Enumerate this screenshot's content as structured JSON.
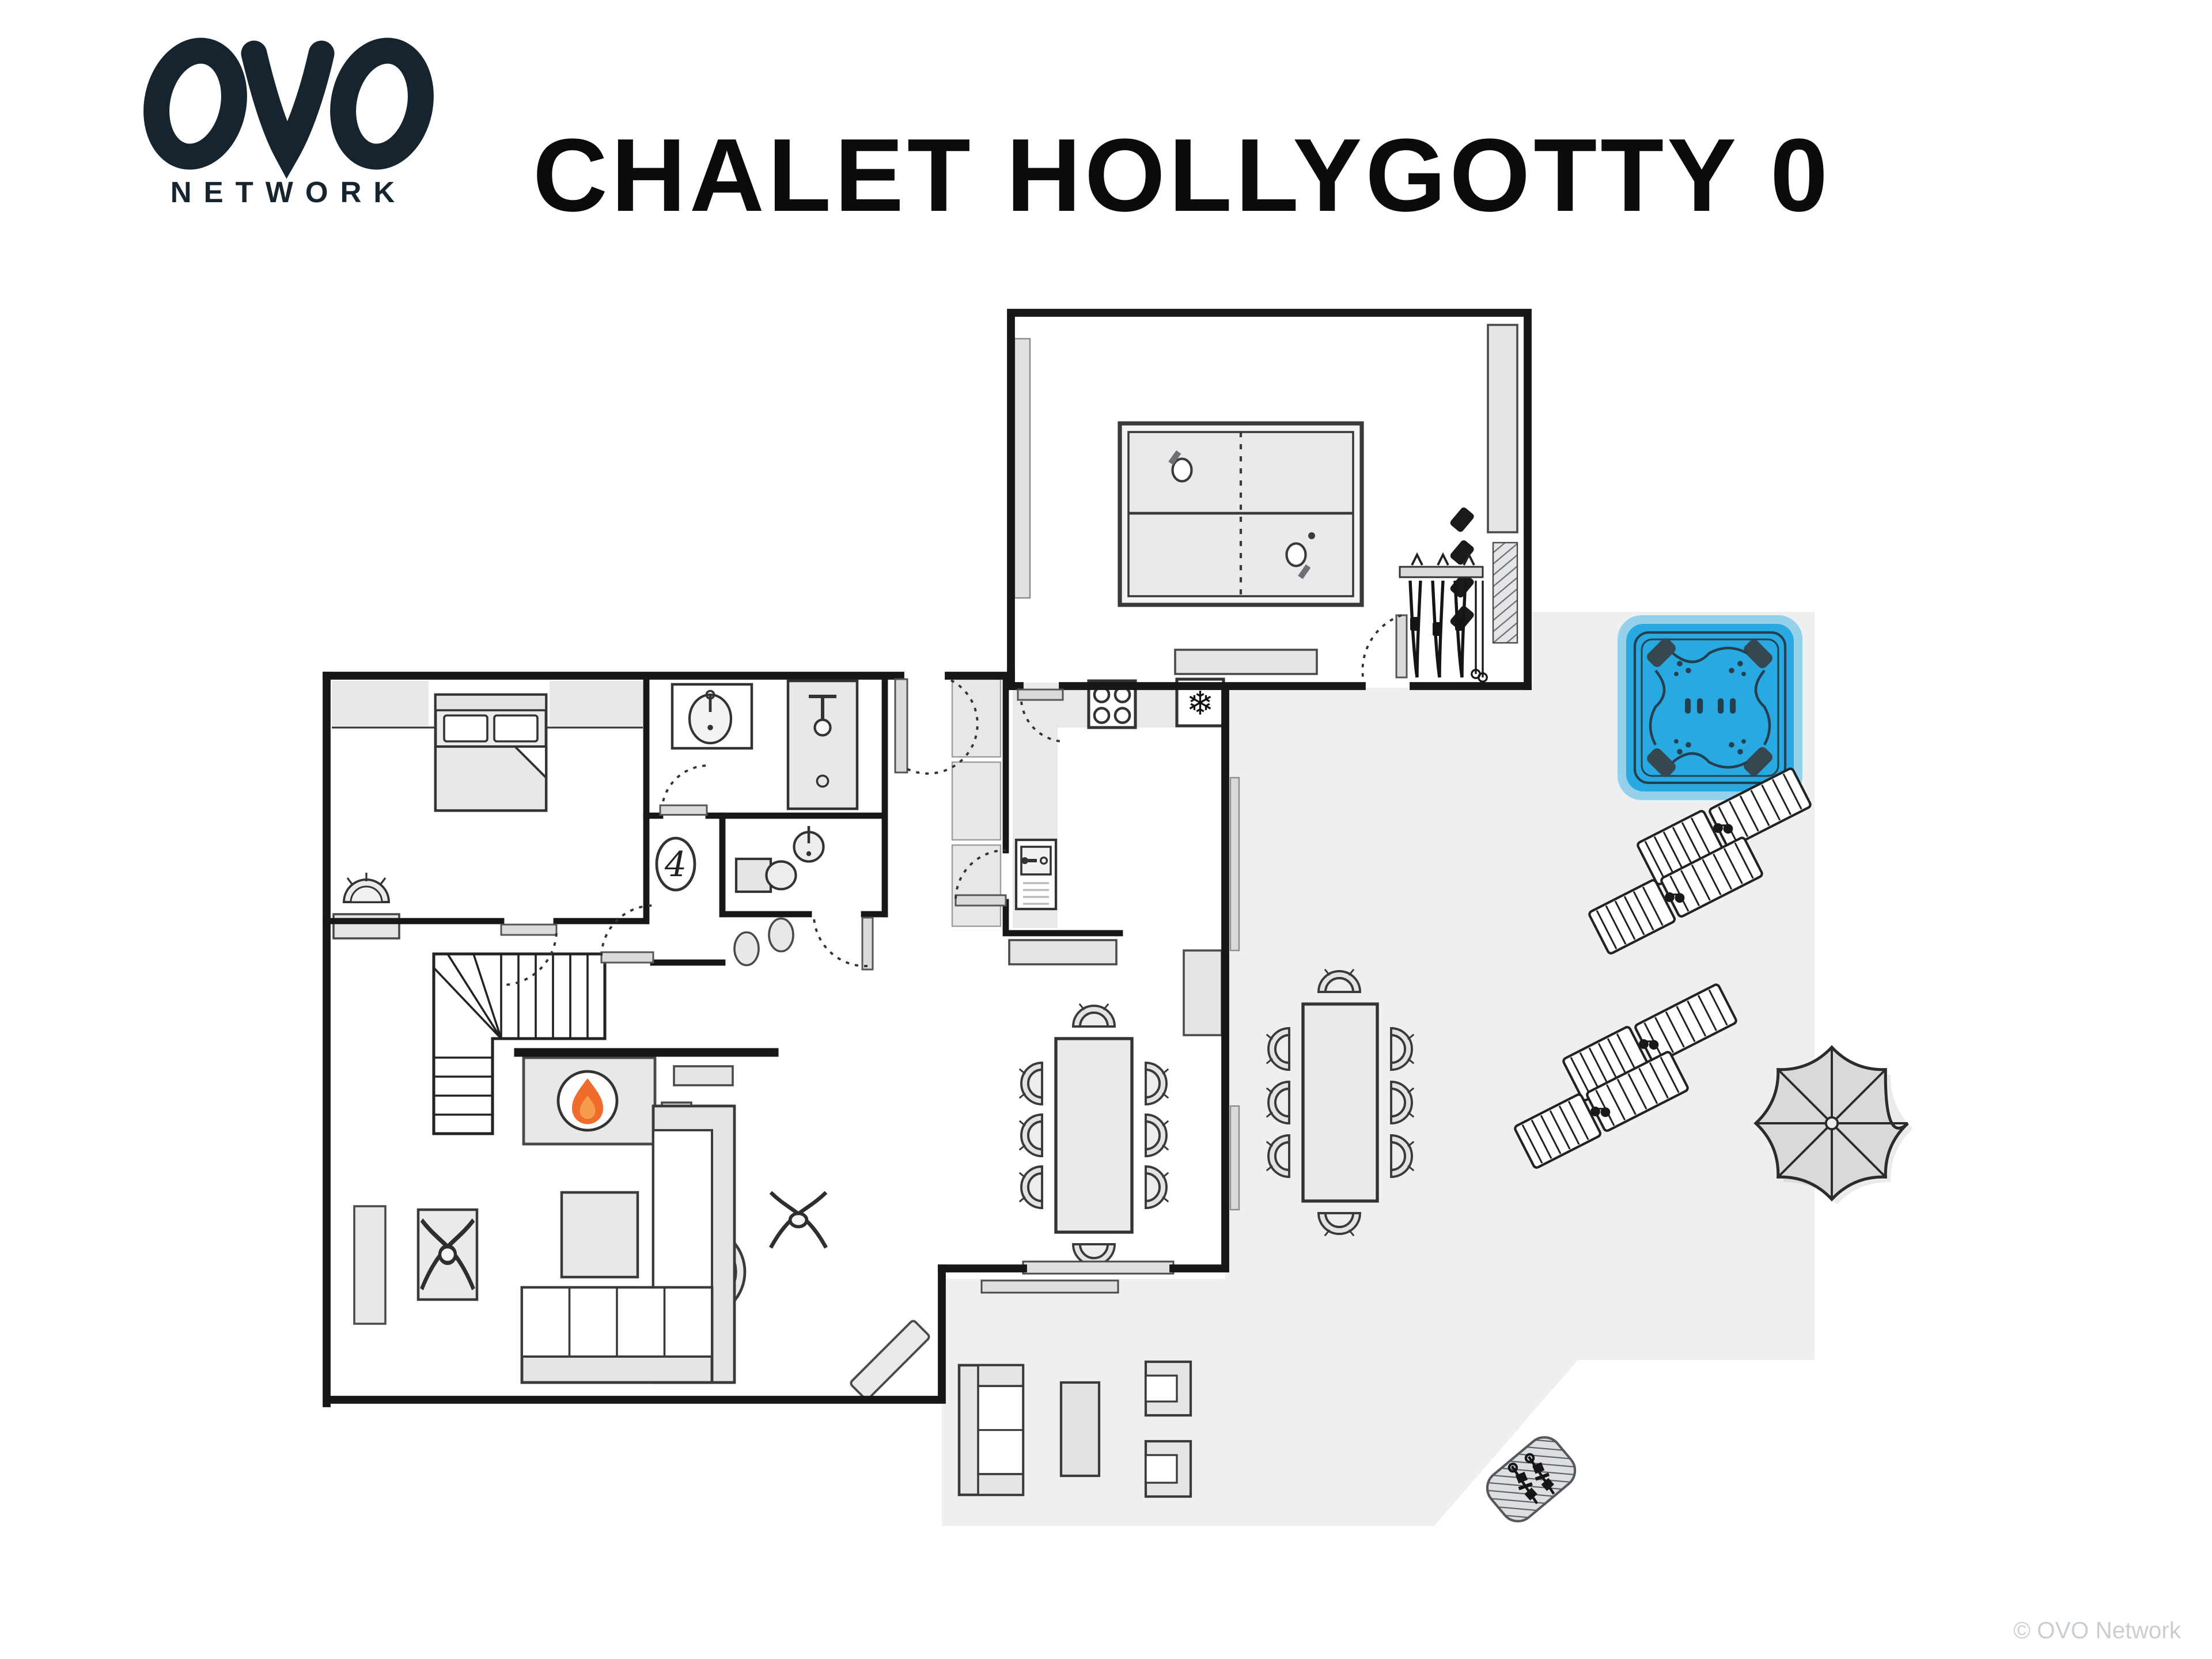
{
  "header": {
    "title": "CHALET HOLLYGOTTY 0",
    "logo": {
      "brand": "OVO",
      "subtitle": "NETWORK",
      "color": "#15242e"
    }
  },
  "plan": {
    "bedroom_badge": "4",
    "colors": {
      "terrace": "#edeff1",
      "wall": "#171717",
      "furniture_fill": "#e9eaec",
      "hot_tub_blue": "#29a9e1",
      "hot_tub_splash": "#66c0e8",
      "hot_tub_detail": "#24404f",
      "flame_orange": "#ef6c2d",
      "watermark_gray": "#c9ced3"
    },
    "rooms": [
      "games-room",
      "bedroom-4",
      "bathroom",
      "wc",
      "hallway",
      "kitchen",
      "dining-room",
      "living-room",
      "terrace"
    ],
    "icons": [
      "ping-pong-table-icon",
      "ski-rack-icon",
      "ski-boots-icon",
      "hot-tub-icon",
      "sun-lounger-icon",
      "parasol-icon",
      "barbecue-icon",
      "fireplace-icon",
      "staircase-icon",
      "sofa-icon",
      "dining-table-icon",
      "outdoor-table-icon",
      "double-bed-icon",
      "shower-icon",
      "sink-icon",
      "toilet-icon",
      "stove-icon",
      "freezer-icon",
      "oven-icon",
      "wardrobe-icon",
      "door-icon"
    ]
  },
  "footer": {
    "watermark": "© OVO Network"
  }
}
